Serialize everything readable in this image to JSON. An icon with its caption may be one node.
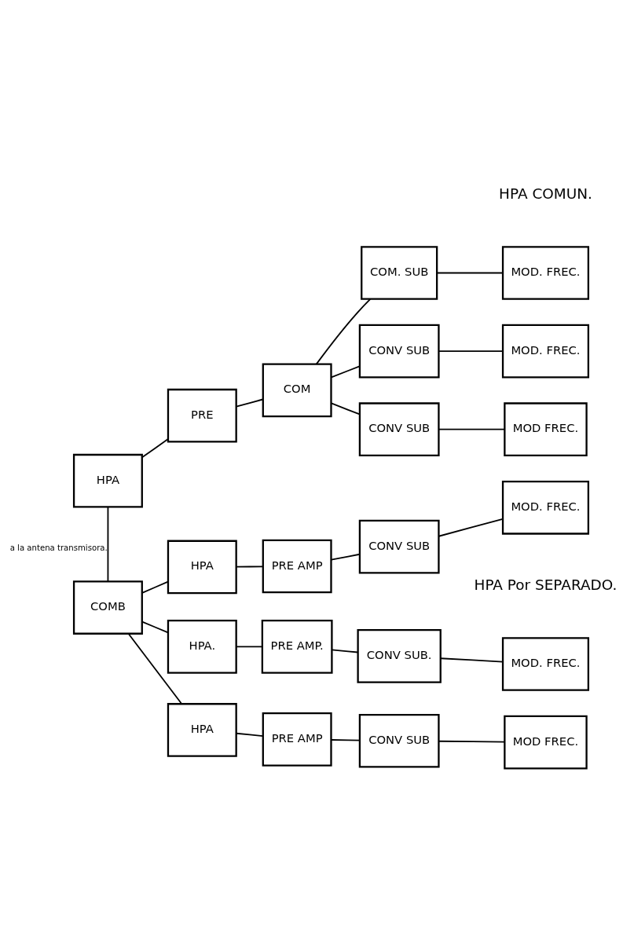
{
  "diagram": {
    "nodes": [
      {
        "text": [
          "HPA"
        ]
      },
      {
        "text": [
          "PRE"
        ]
      },
      {
        "text": [
          "COM"
        ]
      },
      {
        "text": [
          "COM. SUB"
        ]
      },
      {
        "text": [
          "MOD. FREC."
        ]
      },
      {
        "text": [
          "CONV SUB"
        ]
      },
      {
        "text": [
          "MOD. FREC."
        ]
      },
      {
        "text": [
          "CONV SUB"
        ]
      },
      {
        "text": [
          "MOD FREC."
        ]
      },
      {
        "text": [
          "COMB"
        ]
      },
      {
        "text": [
          "HPA."
        ]
      },
      {
        "text": [
          "PRE AMP."
        ]
      },
      {
        "text": [
          "CONV SUB."
        ]
      },
      {
        "text": [
          "MOD. FREC."
        ]
      },
      {
        "text": [
          "HPA"
        ]
      },
      {
        "text": [
          "PRE AMP"
        ]
      },
      {
        "text": [
          "CONV SUB"
        ]
      },
      {
        "text": [
          "MOD FREC."
        ]
      },
      {
        "text": [
          "HPA"
        ]
      },
      {
        "text": [
          "PRE AMP"
        ]
      },
      {
        "text": [
          "CONV SUB"
        ]
      },
      {
        "text": [
          "MOD. FREC."
        ]
      }
    ],
    "edges": [
      {
        "from": 0,
        "to": 1,
        "arrow": "none"
      },
      {
        "from": 1,
        "to": 2,
        "arrow": "none"
      },
      {
        "from": 2,
        "to": 3,
        "arrow": "none"
      },
      {
        "from": 3,
        "to": 4,
        "arrow": "none"
      },
      {
        "from": 2,
        "to": 5,
        "arrow": "none"
      },
      {
        "from": 5,
        "to": 6,
        "arrow": "none"
      },
      {
        "from": 2,
        "to": 7,
        "arrow": "none"
      },
      {
        "from": 7,
        "to": 8,
        "arrow": "none"
      },
      {
        "from": 0,
        "to": 9,
        "arrow": "none",
        "label": "a la antena transmisora."
      },
      {
        "from": 9,
        "to": 10,
        "arrow": "none"
      },
      {
        "from": 10,
        "to": 11,
        "arrow": "none"
      },
      {
        "from": 11,
        "to": 12,
        "arrow": "none"
      },
      {
        "from": 12,
        "to": 13,
        "arrow": "none"
      },
      {
        "from": 9,
        "to": 14,
        "arrow": "none"
      },
      {
        "from": 14,
        "to": 15,
        "arrow": "none"
      },
      {
        "from": 15,
        "to": 16,
        "arrow": "none"
      },
      {
        "from": 16,
        "to": 17,
        "arrow": "none"
      },
      {
        "from": 9,
        "to": 18,
        "arrow": "none"
      },
      {
        "from": 18,
        "to": 19,
        "arrow": "none"
      },
      {
        "from": 19,
        "to": 20,
        "arrow": "none"
      },
      {
        "from": 20,
        "to": 21,
        "arrow": "none"
      }
    ],
    "labels": [
      "HPA COMUN.",
      "HPA Por SEPARADO."
    ]
  }
}
